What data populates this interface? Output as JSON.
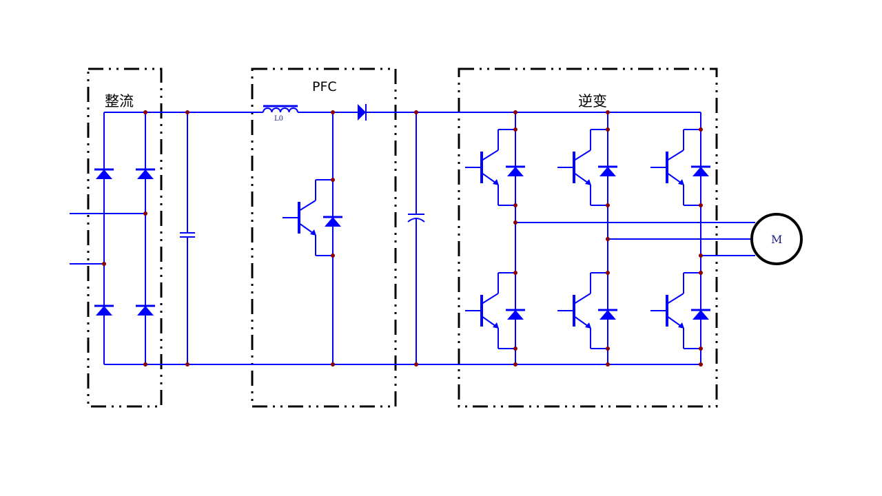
{
  "blocks": {
    "rectifier": "整流",
    "pfc": "PFC",
    "inverter": "逆变"
  },
  "components": {
    "inductor_label": "L0",
    "motor_label": "M"
  },
  "colors": {
    "wire": "#0000ff",
    "node": "#8b0000",
    "boundary": "#000000"
  }
}
